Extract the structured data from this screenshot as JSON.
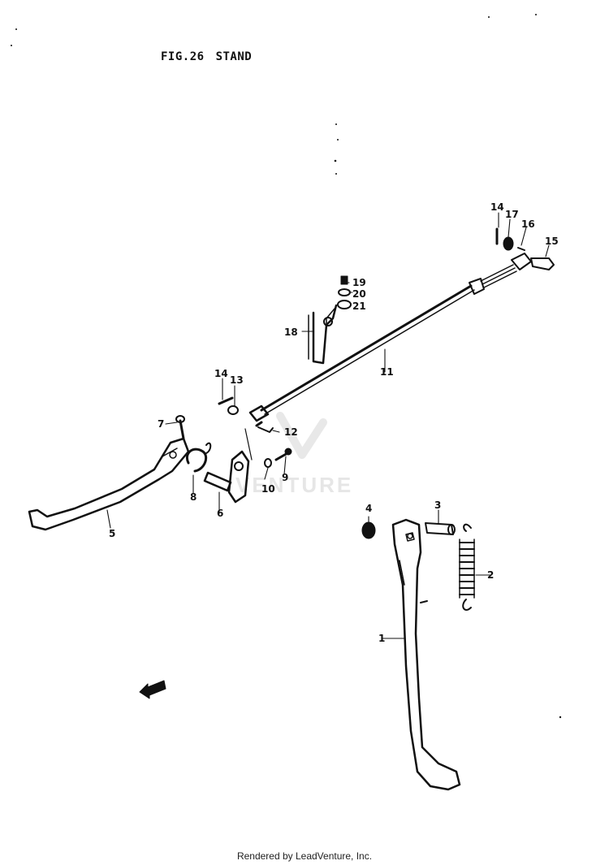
{
  "figure": {
    "number": "FIG.26",
    "title": "STAND"
  },
  "footer": "Rendered by LeadVenture, Inc.",
  "watermark": "VENTURE",
  "callouts": [
    "1",
    "2",
    "3",
    "4",
    "5",
    "6",
    "7",
    "8",
    "9",
    "10",
    "11",
    "12",
    "13",
    "14",
    "15",
    "16",
    "17",
    "18",
    "19",
    "20",
    "21"
  ],
  "colors": {
    "ink": "#111111",
    "watermark": "#e6e6e6",
    "background": "#ffffff"
  },
  "icons": {
    "direction": "front-arrow-icon"
  }
}
